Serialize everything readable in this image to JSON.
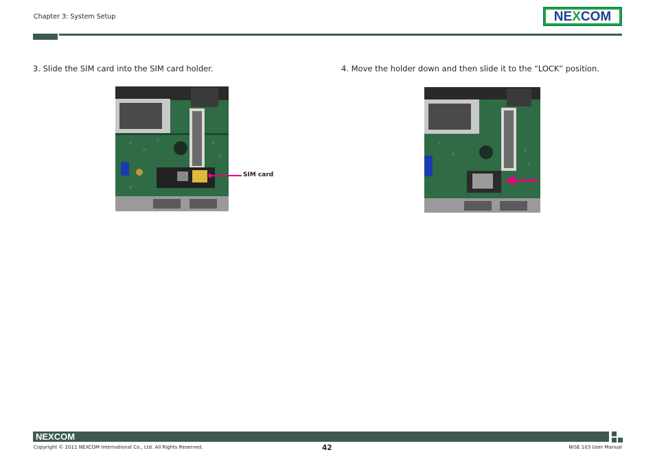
{
  "header": {
    "chapter": "Chapter 3: System Setup",
    "logo_left": "NE",
    "logo_x": "X",
    "logo_right": "COM"
  },
  "steps": [
    {
      "text": "3.  Slide the SIM card into the SIM card holder."
    },
    {
      "text": "4.  Move the holder down and then slide it to the “LOCK” position."
    }
  ],
  "callout": {
    "sim_card": "SIM card"
  },
  "colors": {
    "accent": "#3d5a4d",
    "logo_green": "#16a34a",
    "logo_blue": "#1f3d8f",
    "arrow": "#e6007e"
  },
  "footer": {
    "logo": "NEXCOM",
    "copyright": "Copyright © 2011 NEXCOM International Co., Ltd. All Rights Reserved.",
    "page_number": "42",
    "manual_name": "NISE 103 User Manual"
  }
}
